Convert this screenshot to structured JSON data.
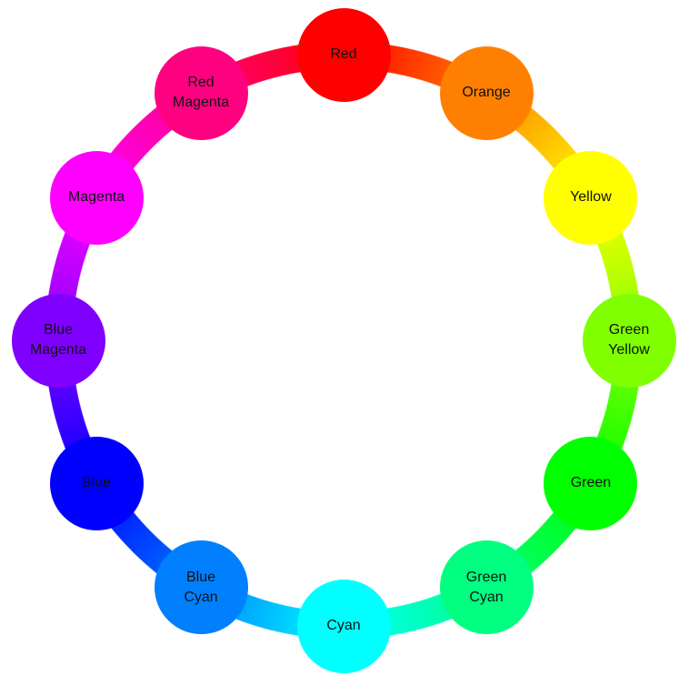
{
  "color_wheel": {
    "nodes": [
      {
        "label": "Red",
        "color": "#ff0000"
      },
      {
        "label": "Orange",
        "color": "#ff8000"
      },
      {
        "label": "Yellow",
        "color": "#ffff00"
      },
      {
        "label": "Green\nYellow",
        "color": "#80ff00"
      },
      {
        "label": "Green",
        "color": "#00ff00"
      },
      {
        "label": "Green\nCyan",
        "color": "#00ff80"
      },
      {
        "label": "Cyan",
        "color": "#00ffff"
      },
      {
        "label": "Blue\nCyan",
        "color": "#0080ff"
      },
      {
        "label": "Blue",
        "color": "#0000ff"
      },
      {
        "label": "Blue\nMagenta",
        "color": "#8000ff"
      },
      {
        "label": "Magenta",
        "color": "#ff00ff"
      },
      {
        "label": "Red\nMagenta",
        "color": "#ff0080"
      }
    ]
  }
}
